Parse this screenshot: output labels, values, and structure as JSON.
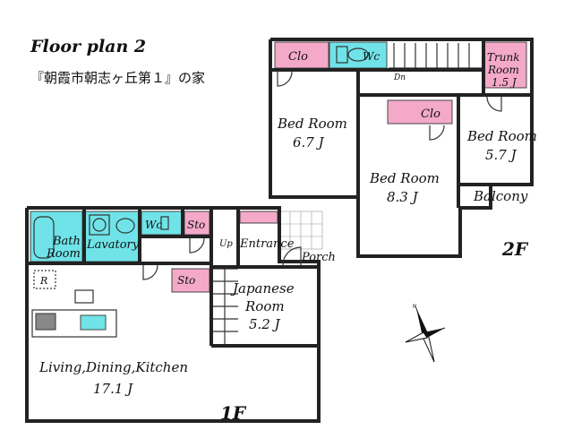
{
  "header": {
    "title": "Floor plan  2",
    "subtitle": "『朝霞市朝志ヶ丘第１』の家"
  },
  "floors": {
    "first": {
      "label": "1F"
    },
    "second": {
      "label": "2F"
    }
  },
  "rooms_1f": {
    "bath_line1": "Bath",
    "bath_line2": "Room",
    "lavatory": "Lavatory",
    "wc": "Wc",
    "sto_top": "Sto",
    "up": "Up",
    "entrance": "Entrance",
    "porch": "Porch",
    "fridge": "R",
    "sto_mid": "Sto",
    "japanese_line1": "Japanese",
    "japanese_line2": "Room",
    "japanese_size": "5.2 J",
    "ldk_name": "Living,Dining,Kitchen",
    "ldk_size": "17.1 J"
  },
  "rooms_2f": {
    "clo_left": "Clo",
    "wc": "Wc",
    "dn": "Dn",
    "trunk_line1": "Trunk",
    "trunk_line2": "Room",
    "trunk_size": "1.5 J",
    "bed1_name": "Bed Room",
    "bed1_size": "6.7 J",
    "clo_mid": "Clo",
    "bed2_name": "Bed Room",
    "bed2_size": "8.3 J",
    "bed3_name": "Bed Room",
    "bed3_size": "5.7 J",
    "balcony": "Balcony"
  },
  "colors": {
    "storage": "#f4a9c8",
    "wet_area": "#6fe3e8",
    "wall": "#222222"
  },
  "compass": {
    "icon": "compass-rose-icon",
    "north_mark": "N"
  }
}
